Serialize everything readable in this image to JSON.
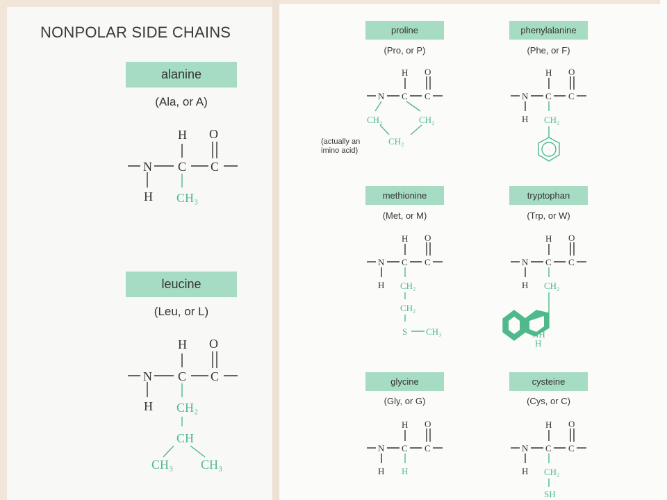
{
  "section_title": "NONPOLAR SIDE CHAINS",
  "labels": {
    "H": "H",
    "O": "O",
    "N": "N",
    "C": "C",
    "CH": "CH",
    "CH2": "CH₂",
    "CH3": "CH₃",
    "S": "S",
    "SH": "SH",
    "NH": "NH"
  },
  "amino_acids": [
    {
      "key": "alanine",
      "name": "alanine",
      "abbr": "(Ala, or A)",
      "side_chain": [
        "CH₃"
      ]
    },
    {
      "key": "leucine",
      "name": "leucine",
      "abbr": "(Leu, or L)",
      "side_chain": [
        "CH₂",
        "CH",
        "CH₃",
        "CH₃"
      ]
    },
    {
      "key": "proline",
      "name": "proline",
      "abbr": "(Pro, or P)",
      "side_chain": [
        "CH₂",
        "CH₂",
        "CH₂"
      ],
      "note": [
        "(actually an",
        "imino acid)"
      ]
    },
    {
      "key": "phenylalanine",
      "name": "phenylalanine",
      "abbr": "(Phe, or F)",
      "side_chain": [
        "CH₂",
        "phenyl ring"
      ]
    },
    {
      "key": "methionine",
      "name": "methionine",
      "abbr": "(Met, or M)",
      "side_chain": [
        "CH₂",
        "CH₂",
        "S",
        "CH₃"
      ]
    },
    {
      "key": "tryptophan",
      "name": "tryptophan",
      "abbr": "(Trp, or W)",
      "side_chain": [
        "CH₂",
        "indole ring",
        "NH"
      ]
    },
    {
      "key": "glycine",
      "name": "glycine",
      "abbr": "(Gly, or G)",
      "side_chain": [
        "H"
      ]
    },
    {
      "key": "cysteine",
      "name": "cysteine",
      "abbr": "(Cys, or C)",
      "side_chain": [
        "CH₂",
        "SH"
      ]
    }
  ],
  "colors": {
    "name_box": "#a6dcc3",
    "side_chain": "#4fb98c",
    "backbone": "#333333",
    "page_bg": "#f1e6d8"
  }
}
